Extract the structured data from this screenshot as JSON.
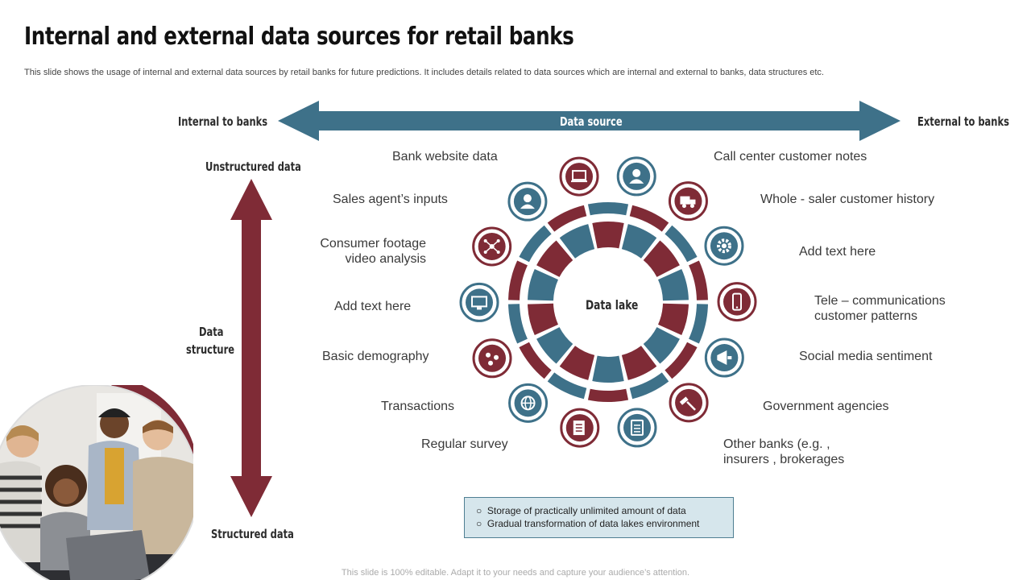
{
  "title": "Internal and external data sources for retail banks",
  "subtitle": "This slide shows the usage of internal and external data sources by retail banks for future predictions. It includes details related to data sources which are internal and external to banks, data structures etc.",
  "horizontal_axis": {
    "center_label": "Data source",
    "left_label": "Internal to banks",
    "right_label": "External to banks"
  },
  "vertical_axis": {
    "top_label": "Unstructured data",
    "middle_label_line1": "Data",
    "middle_label_line2": "structure",
    "bottom_label": "Structured data"
  },
  "center_label": "Data lake",
  "internal_sources": [
    {
      "label": "Bank website data",
      "icon": "laptop-icon"
    },
    {
      "label": "Sales agent’s inputs",
      "icon": "agent-icon"
    },
    {
      "label_line1": "Consumer footage",
      "label_line2": "video analysis",
      "icon": "network-icon"
    },
    {
      "label": "Add text here",
      "icon": "monitor-chart-icon"
    },
    {
      "label": "Basic demography",
      "icon": "location-pins-icon"
    },
    {
      "label": "Transactions",
      "icon": "globe-icon"
    },
    {
      "label": "Regular survey",
      "icon": "survey-icon"
    }
  ],
  "external_sources": [
    {
      "label": "Call center customer notes",
      "icon": "call-center-icon"
    },
    {
      "label": "Whole - saler customer history",
      "icon": "delivery-truck-icon"
    },
    {
      "label": "Add text here",
      "icon": "gear-icon"
    },
    {
      "label_line1": "Tele – communications",
      "label_line2": "customer patterns",
      "icon": "smartphone-icon"
    },
    {
      "label": "Social media sentiment",
      "icon": "megaphone-icon"
    },
    {
      "label": "Government agencies",
      "icon": "gavel-icon"
    },
    {
      "label_line1": "Other banks (e.g. ,",
      "label_line2": "insurers , brokerages",
      "icon": "clipboard-icon"
    }
  ],
  "info_box": {
    "items": [
      "Storage of practically unlimited amount of data",
      "Gradual transformation of data lakes environment"
    ]
  },
  "footer": "This slide is 100% editable. Adapt it to your needs and capture your audience’s attention.",
  "colors": {
    "teal": "#3e7189",
    "maroon": "#7f2b36"
  }
}
